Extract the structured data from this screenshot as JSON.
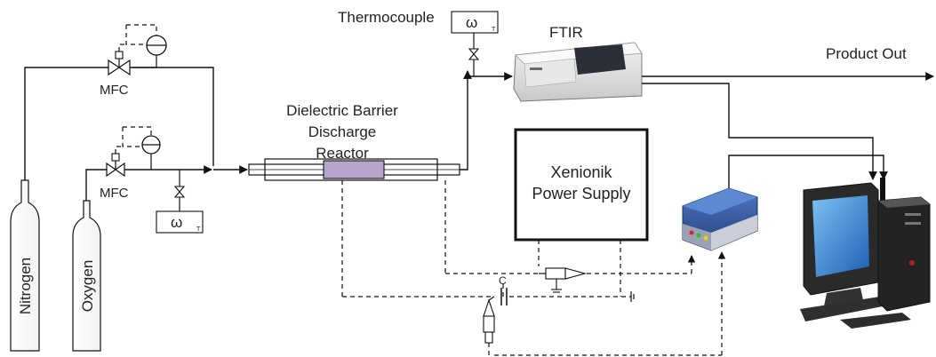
{
  "labels": {
    "thermocouple": "Thermocouple",
    "thermo_symbol": "ω",
    "thermo_sub": "T",
    "ftir": "FTIR",
    "product_out": "Product Out",
    "mfc_1": "MFC",
    "mfc_2": "MFC",
    "reactor_line1": "Dielectric Barrier",
    "reactor_line2": "Discharge",
    "reactor_line3": "Reactor",
    "power_line1": "Xenionik",
    "power_line2": "Power Supply",
    "nitrogen": "Nitrogen",
    "oxygen": "Oxygen",
    "capacitor": "C"
  },
  "colors": {
    "line": "#111111",
    "reactor_electrode": "#b7a4cc",
    "scope_body": "#3a5fa8",
    "monitor_screen": "#2f7fd6"
  },
  "icons": [
    "ftir-spectrometer-icon",
    "oscilloscope-icon",
    "computer-icon",
    "gas-cylinder-icon",
    "valve-icon",
    "gauge-icon",
    "probe-icon"
  ]
}
